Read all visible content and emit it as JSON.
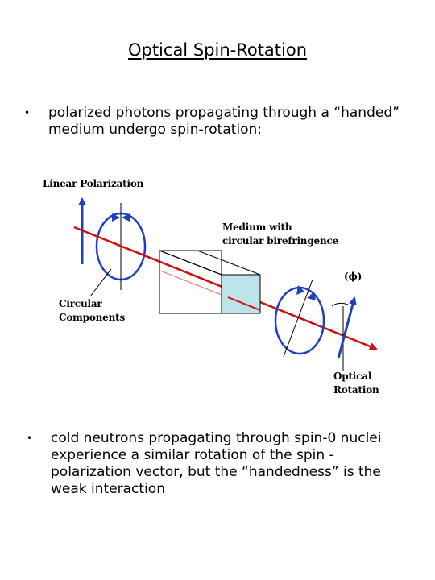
{
  "slide": {
    "title": "Optical Spin-Rotation",
    "bullets": [
      {
        "marker": "•",
        "text": "polarized photons propagating through a “handed” medium undergo spin-rotation:"
      },
      {
        "marker": "•",
        "text": "cold neutrons propagating through spin-0 nuclei experience a similar rotation of the spin -polarization vector, but the “handedness” is the weak interaction"
      }
    ]
  },
  "figure": {
    "labels": {
      "linear_polarization": "Linear Polarization",
      "medium_line1": "Medium with",
      "medium_line2": "circular birefringence",
      "phi": "(ϕ)",
      "circular_line1": "Circular",
      "circular_line2": "Components",
      "optical_line1": "Optical",
      "optical_line2": "Rotation"
    },
    "colors": {
      "beam": "#cc1010",
      "circle": "#1f3fbf",
      "polarization_arrow": "#1f3fbf",
      "medium_face": "#bfe3ea"
    }
  }
}
